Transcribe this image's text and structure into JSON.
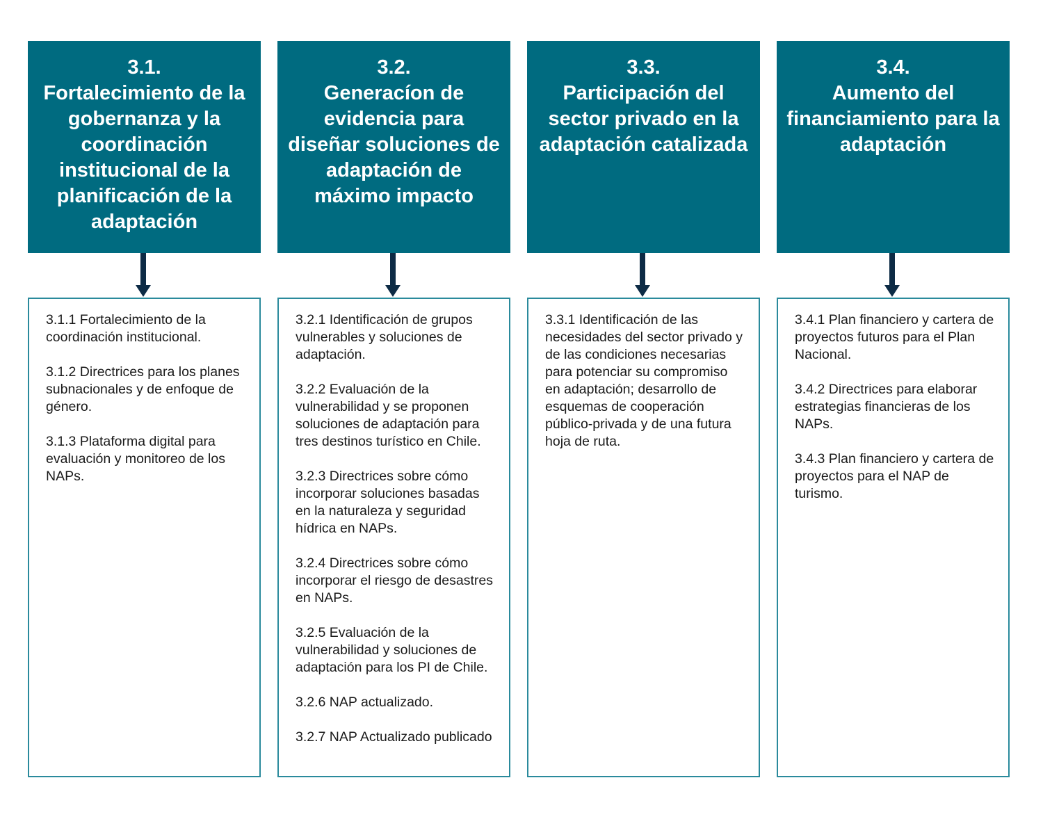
{
  "columns": [
    {
      "number": "3.1.",
      "title": "Fortalecimiento de la gobernanza y la coordinación institucional de la planificación de la adaptación",
      "items": [
        "3.1.1 Fortalecimiento de la coordinación institucional.",
        "3.1.2 Directrices para los planes subnacionales y de enfoque de género.",
        "3.1.3 Plataforma digital para evaluación y monitoreo de los NAPs."
      ]
    },
    {
      "number": "3.2.",
      "title": "Generacíon de evidencia para diseñar soluciones de adaptación de máximo impacto",
      "items": [
        "3.2.1 Identificación de grupos vulnerables y soluciones de adaptación.",
        "3.2.2 Evaluación de la vulnerabilidad y se proponen soluciones de adaptación para tres destinos turístico en Chile.",
        "3.2.3 Directrices sobre cómo incorporar soluciones basadas en la naturaleza y seguridad hídrica en NAPs.",
        "3.2.4 Directrices sobre cómo incorporar el riesgo de desastres en NAPs.",
        "3.2.5 Evaluación de la vulnerabilidad y soluciones de adaptación para los PI de Chile.",
        "3.2.6 NAP actualizado.",
        "3.2.7 NAP Actualizado publicado"
      ]
    },
    {
      "number": "3.3.",
      "title": "Participación del sector privado en la adaptación catalizada",
      "items": [
        "3.3.1 Identificación de las necesidades del sector privado y de las condiciones necesarias para potenciar su compromiso en adaptación; desarrollo de esquemas de cooperación público-privada y de una futura hoja de ruta."
      ]
    },
    {
      "number": "3.4.",
      "title": "Aumento del financiamiento para la adaptación",
      "items": [
        "3.4.1 Plan financiero y cartera de proyectos futuros para el Plan Nacional.",
        "3.4.2 Directrices para elaborar estrategias financieras de los NAPs.",
        "3.4.3 Plan financiero y cartera de proyectos para el NAP de turismo."
      ]
    }
  ],
  "colors": {
    "header_fill": "#006b80",
    "header_text": "#ffffff",
    "arrow": "#0d2b45",
    "detail_border": "#2a8a9c",
    "detail_text": "#1a1a1a"
  }
}
